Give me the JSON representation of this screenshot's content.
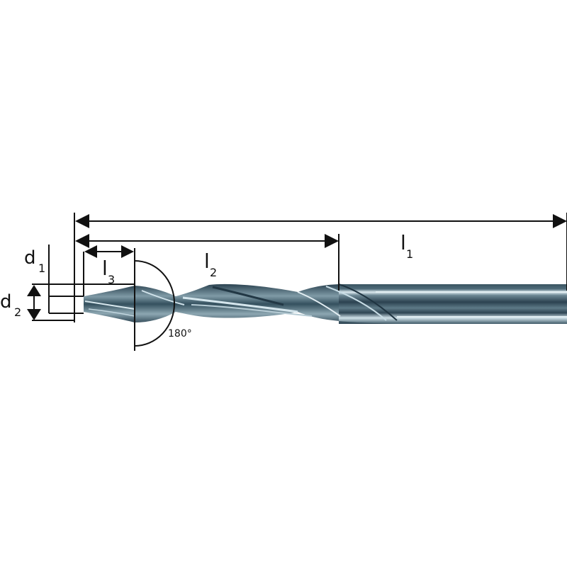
{
  "diagram": {
    "subject": "step drill / twist drill with cylindrical shank",
    "labels": {
      "d1": {
        "main": "d",
        "sub": "1"
      },
      "d2": {
        "main": "d",
        "sub": "2"
      },
      "l1": {
        "main": "l",
        "sub": "1"
      },
      "l2": {
        "main": "l",
        "sub": "2"
      },
      "l3": {
        "main": "l",
        "sub": "3"
      },
      "angle": "180°"
    },
    "colors": {
      "line": "#111111",
      "steel_dark": "#2f4654",
      "steel_mid": "#5b7684",
      "steel_light": "#c9dde6",
      "background": "#ffffff"
    }
  }
}
